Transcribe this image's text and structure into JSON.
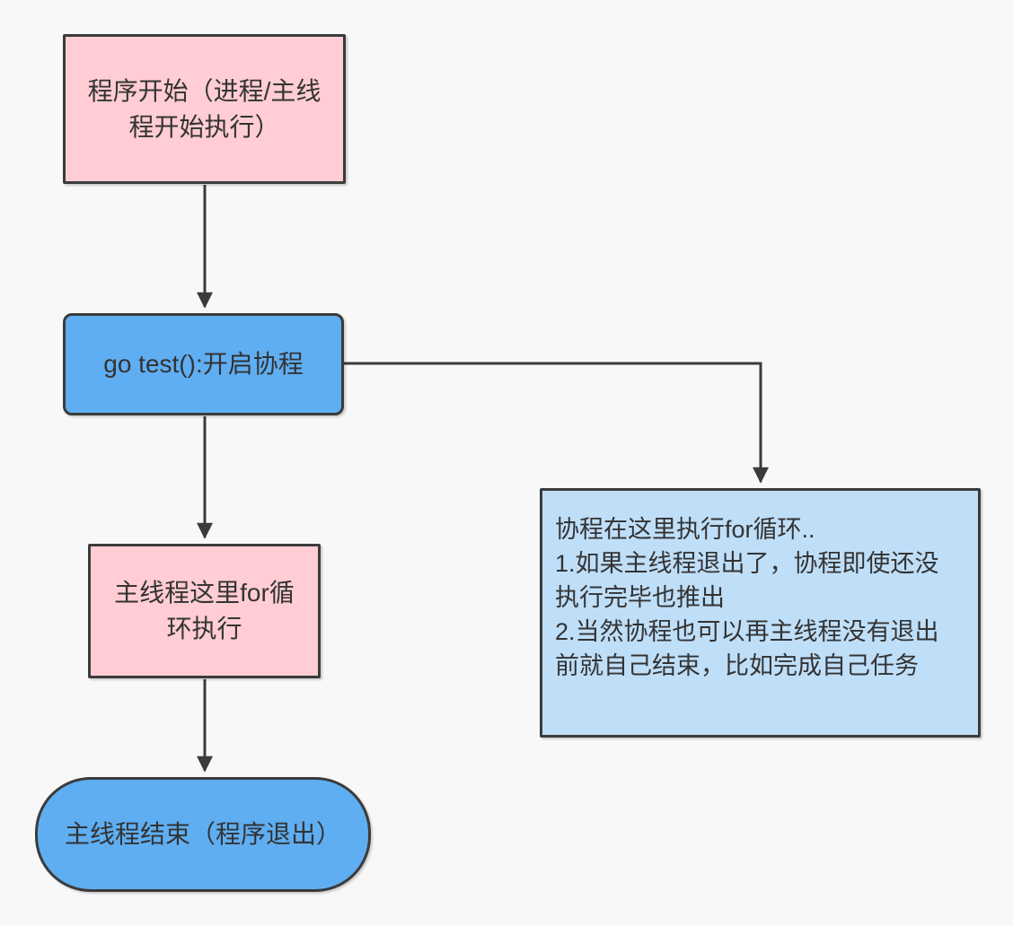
{
  "diagram": {
    "background_color": "#f8f8f8",
    "stroke_color": "#3b3b3b",
    "text_color": "#333333",
    "nodes": {
      "start": {
        "label": "程序开始（进程/主线程开始执行）",
        "shape": "rect",
        "fill": "#ffcdd3"
      },
      "go_test": {
        "label": "go test():开启协程",
        "shape": "rounded-rect",
        "fill": "#5faef2"
      },
      "main_for": {
        "label": "主线程这里for循环执行",
        "shape": "rect",
        "fill": "#ffcdd3"
      },
      "main_end": {
        "label": "主线程结束（程序退出）",
        "shape": "stadium",
        "fill": "#5faef2"
      },
      "goroutine_note": {
        "shape": "rect",
        "fill": "#bfdef8",
        "lines": [
          "协程在这里执行for循环..",
          "1.如果主线程退出了，协程即使还没执行完毕也推出",
          "2.当然协程也可以再主线程没有退出前就自己结束，比如完成自己任务"
        ]
      }
    },
    "edges": [
      {
        "from": "start",
        "to": "go_test",
        "type": "arrow"
      },
      {
        "from": "go_test",
        "to": "main_for",
        "type": "arrow"
      },
      {
        "from": "main_for",
        "to": "main_end",
        "type": "arrow"
      },
      {
        "from": "go_test",
        "to": "goroutine_note",
        "type": "elbow-arrow"
      }
    ]
  }
}
